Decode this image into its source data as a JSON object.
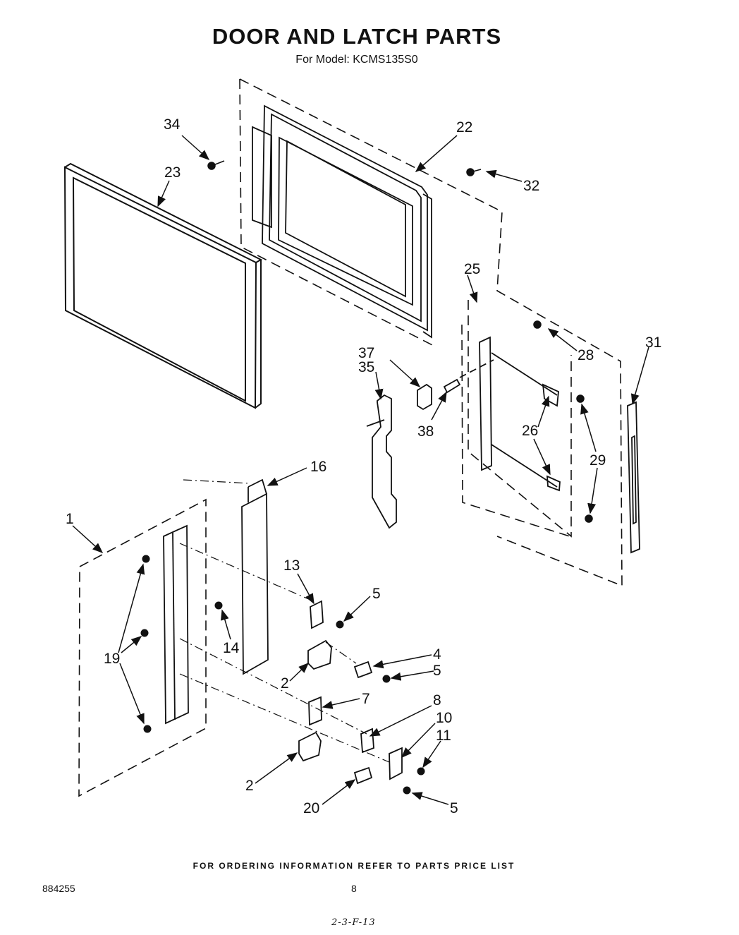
{
  "header": {
    "title": "DOOR AND LATCH PARTS",
    "model_line": "For Model: KCMS135S0"
  },
  "footer": {
    "ordering_note": "FOR ORDERING INFORMATION REFER TO PARTS PRICE LIST",
    "document_number": "884255",
    "page_number": "8",
    "handwritten_note": "2-3-F-13"
  },
  "callouts": [
    {
      "id": "34",
      "label": "34"
    },
    {
      "id": "22",
      "label": "22"
    },
    {
      "id": "23",
      "label": "23"
    },
    {
      "id": "32",
      "label": "32"
    },
    {
      "id": "25",
      "label": "25"
    },
    {
      "id": "31",
      "label": "31"
    },
    {
      "id": "28",
      "label": "28"
    },
    {
      "id": "37",
      "label": "37"
    },
    {
      "id": "35",
      "label": "35"
    },
    {
      "id": "38",
      "label": "38"
    },
    {
      "id": "26",
      "label": "26"
    },
    {
      "id": "29",
      "label": "29"
    },
    {
      "id": "16",
      "label": "16"
    },
    {
      "id": "1",
      "label": "1"
    },
    {
      "id": "13",
      "label": "13"
    },
    {
      "id": "5a",
      "label": "5"
    },
    {
      "id": "14",
      "label": "14"
    },
    {
      "id": "19",
      "label": "19"
    },
    {
      "id": "4",
      "label": "4"
    },
    {
      "id": "5b",
      "label": "5"
    },
    {
      "id": "2a",
      "label": "2"
    },
    {
      "id": "7",
      "label": "7"
    },
    {
      "id": "8",
      "label": "8"
    },
    {
      "id": "10",
      "label": "10"
    },
    {
      "id": "11",
      "label": "11"
    },
    {
      "id": "2b",
      "label": "2"
    },
    {
      "id": "20",
      "label": "20"
    },
    {
      "id": "5c",
      "label": "5"
    }
  ]
}
